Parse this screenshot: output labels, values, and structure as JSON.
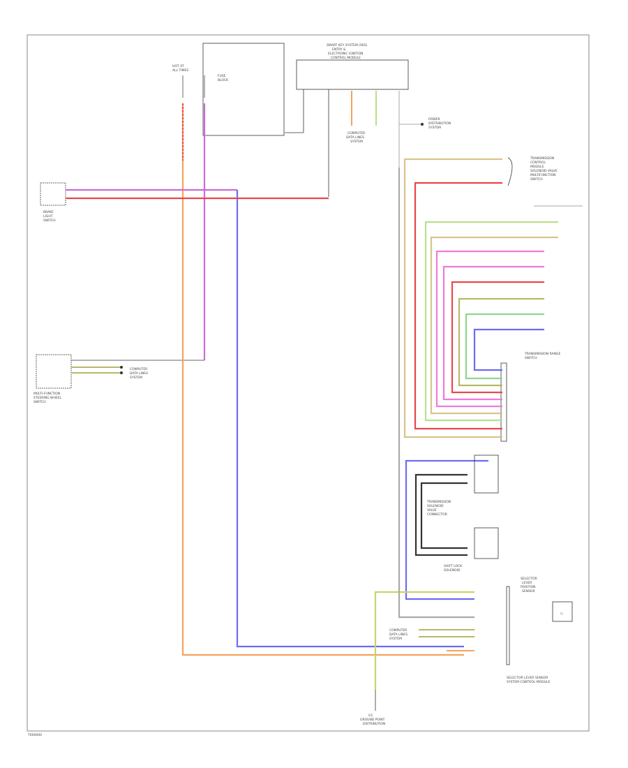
{
  "wire_colors": {
    "orange": "#f5a25d",
    "purple": "#c86bd6",
    "blue": "#6c6cf0",
    "red": "#e8474b",
    "pink": "#f07ad8",
    "yellow_green": "#c8d46a",
    "green": "#8fd68f",
    "olive": "#b9b86a",
    "tan": "#d8c48a",
    "gray": "#9a9a9a",
    "black": "#333333",
    "light_green": "#b8e08a"
  },
  "labels": {
    "top_module": [
      "SMART KEY SYSTEM (SKS)",
      "ENTRY &",
      "ELECTRONIC IGNITION",
      "CONTROL MODULE"
    ],
    "fuse_block": [
      "HOT AT",
      "ALL TIMES",
      "FUSE",
      "BLOCK"
    ],
    "brake_switch": [
      "BRAKE",
      "LIGHT",
      "SWITCH"
    ],
    "steering_switch": [
      "MULTI-FUNCTION",
      "STEERING WHEEL",
      "SWITCH"
    ],
    "comm_system_1": [
      "COMPUTER",
      "DATA LINES",
      "SYSTEM"
    ],
    "comm_system_2": [
      "COMPUTER",
      "DATA LINES",
      "SYSTEM"
    ],
    "comm_system_3": [
      "COMPUTER",
      "DATA LINES",
      "SYSTEM"
    ],
    "power_dist": [
      "POWER",
      "DISTRIBUTION",
      "SYSTEM"
    ],
    "right_connector": [
      "TRANSMISSION",
      "CONTROL",
      "MODULE",
      "SOLENOID VALVE",
      "MULTIFUNCTION",
      "SWITCH"
    ],
    "tcm": [
      "TRANSMISSION RANGE",
      "SWITCH"
    ],
    "inline_module": [
      "TRANSMISSION",
      "SOLENOID",
      "VALVE",
      "CONNECTOR"
    ],
    "shift_lock": [
      "SHIFT LOCK",
      "SOLENOID"
    ],
    "selector": [
      "SELECTOR",
      "LEVER",
      "POSITION",
      "SENSOR"
    ],
    "selector_module": [
      "SELECTOR LEVER SENSOR",
      "SYSTEM CONTROL MODULE"
    ],
    "ground": [
      "G1",
      "GROUND POINT",
      "DISTRIBUTION"
    ],
    "footer_id": "T000000"
  }
}
